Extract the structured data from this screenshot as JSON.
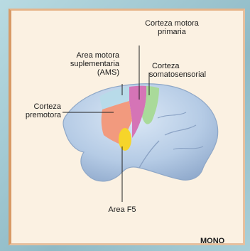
{
  "labels": {
    "primary_motor_line1": "Corteza motora",
    "primary_motor_line2": "primaria",
    "sma_line1": "Area motora",
    "sma_line2": "suplementaria",
    "sma_line3": "(AMS)",
    "somatosensory_line1": "Corteza",
    "somatosensory_line2": "somatosensorial",
    "premotor_line1": "Corteza",
    "premotor_line2": "premotora",
    "f5": "Area F5",
    "species": "MONO"
  },
  "colors": {
    "brain": "#b9cde6",
    "sma": "#b7dbe9",
    "premotor": "#f29a7e",
    "primary_motor": "#d574b6",
    "somatosensory": "#a9da9a",
    "f5": "#f6d52a"
  }
}
